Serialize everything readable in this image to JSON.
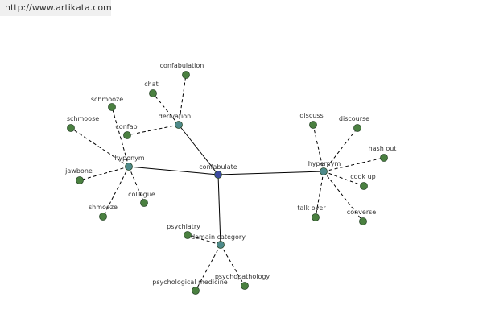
{
  "url": "http://www.artikata.com",
  "colors": {
    "center": "#3c4aa0",
    "relation": "#4e8a8a",
    "leaf": "#4a8040",
    "edge": "#000000"
  },
  "center": {
    "id": "confabulate",
    "label": "confabulate"
  },
  "relations": [
    {
      "id": "derivation",
      "label": "derivation"
    },
    {
      "id": "hyponym",
      "label": "hyponym"
    },
    {
      "id": "hypernym",
      "label": "hypernym"
    },
    {
      "id": "domain-category",
      "label": "domain category"
    }
  ],
  "leaves": [
    {
      "id": "confabulation",
      "label": "confabulation",
      "parent": "derivation"
    },
    {
      "id": "chat",
      "label": "chat",
      "parent": "derivation"
    },
    {
      "id": "confab",
      "label": "confab",
      "parent": "derivation"
    },
    {
      "id": "schmooze",
      "label": "schmooze",
      "parent": "hyponym"
    },
    {
      "id": "schmoose",
      "label": "schmoose",
      "parent": "hyponym"
    },
    {
      "id": "jawbone",
      "label": "jawbone",
      "parent": "hyponym"
    },
    {
      "id": "shmooze",
      "label": "shmooze",
      "parent": "hyponym"
    },
    {
      "id": "collogue",
      "label": "collogue",
      "parent": "hyponym"
    },
    {
      "id": "discuss",
      "label": "discuss",
      "parent": "hypernym"
    },
    {
      "id": "discourse",
      "label": "discourse",
      "parent": "hypernym"
    },
    {
      "id": "hash-out",
      "label": "hash out",
      "parent": "hypernym"
    },
    {
      "id": "cook-up",
      "label": "cook up",
      "parent": "hypernym"
    },
    {
      "id": "converse",
      "label": "converse",
      "parent": "hypernym"
    },
    {
      "id": "talk-over",
      "label": "talk over",
      "parent": "hypernym"
    },
    {
      "id": "psychiatry",
      "label": "psychiatry",
      "parent": "domain-category"
    },
    {
      "id": "psychological-medicine",
      "label": "psychological medicine",
      "parent": "domain-category"
    },
    {
      "id": "psychopathology",
      "label": "psychopathology",
      "parent": "domain-category"
    }
  ]
}
